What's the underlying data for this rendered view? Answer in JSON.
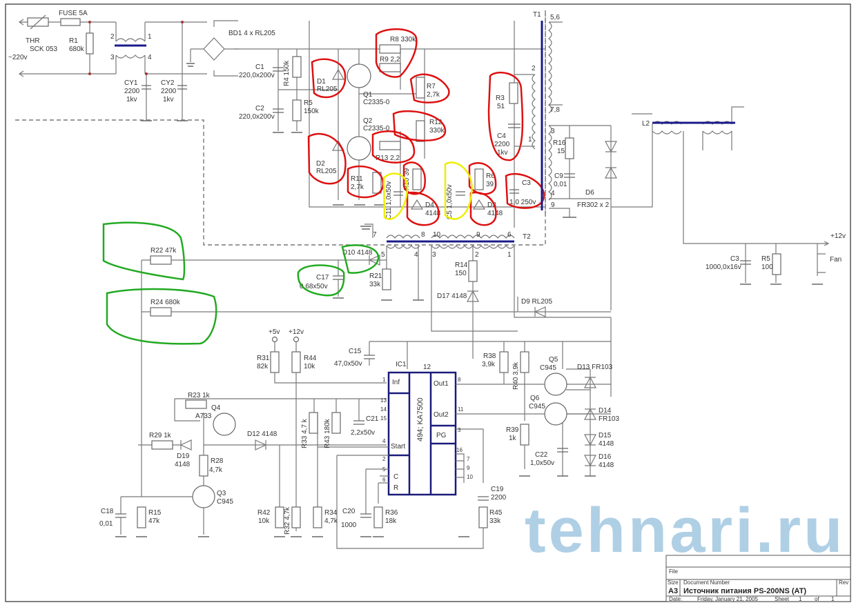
{
  "title_block": {
    "size_label": "Size",
    "size_value": "A3",
    "docnum_label": "Document Number",
    "title": "Источник питания PS-200NS (AT)",
    "rev_label": "Rev",
    "date_label": "Date:",
    "date_value": "Friday, January 21, 2005",
    "sheet_label": "Sheet",
    "sheet_num": "1",
    "of_label": "of",
    "sheet_total": "1",
    "file_label": "File"
  },
  "watermark": "tehnari.ru",
  "colors": {
    "core": "#1a1a8a",
    "highlight_red": "#dd1111",
    "highlight_green": "#22aa22",
    "highlight_yellow": "#eeee00"
  },
  "input": {
    "mains": "~220v",
    "thr": "THR",
    "thr_part": "SCK 053",
    "fuse": "FUSE 5A",
    "r1": "R1",
    "r1v": "680k",
    "filt_pins": [
      "2",
      "1",
      "3",
      "4"
    ],
    "cy1": "CY1",
    "cy1v": "2200",
    "cy1r": "1kv",
    "cy2": "CY2",
    "cy2v": "2200",
    "cy2r": "1kv",
    "bd1": "BD1  4 x RL205"
  },
  "primary": {
    "c1": "C1",
    "c1v": "220,0x200v",
    "c2": "C2",
    "c2v": "220,0x200v",
    "r4": "R4 150k",
    "r5": "R5",
    "r5v": "150k",
    "d1": "D1",
    "d1v": "RL205",
    "q1": "Q1",
    "q1v": "C2335-0",
    "r8": "R8 330k",
    "r9": "R9 2,2",
    "r7": "R7",
    "r7v": "2,7k",
    "r12": "R12",
    "r12v": "330k",
    "q2": "Q2",
    "q2v": "C2335-0",
    "r13": "R13 2,2",
    "d2": "D2",
    "d2v": "RL205",
    "r11": "R11",
    "r11v": "2,7k",
    "c11": "C11 1,0x50v",
    "r10": "R10 39",
    "d4": "D4",
    "d4v": "4148",
    "c5": "C5 1,0x50v",
    "r6": "R6",
    "r6v": "39",
    "d3": "D3",
    "d3v": "4148",
    "r3": "R3",
    "r3v": "51",
    "c4": "C4",
    "c4v": "2200",
    "c4r": "1kv",
    "c3": "C3",
    "c3v": "1,0 250v"
  },
  "t1": {
    "name": "T1",
    "pins": [
      "5,6",
      "2",
      "7,8",
      "1",
      "3",
      "4",
      "9"
    ]
  },
  "secondary": {
    "r16": "R16",
    "r16v": "15",
    "c9": "C9",
    "c9v": "0,01",
    "d6": "D6",
    "d6v": "FR302 x 2",
    "l2": "L2",
    "out_label": "+12v",
    "c3": "C3",
    "c3v": "1000,0x16v",
    "r5": "R5",
    "r5v": "100",
    "fan": "Fan"
  },
  "t2": {
    "name": "T2",
    "pins_top": [
      "7",
      "8",
      "10",
      "9",
      "6"
    ],
    "pins_bottom": [
      "5",
      "4",
      "3",
      "2",
      "1"
    ]
  },
  "feedback": {
    "r22": "R22 47k",
    "r24": "R24 680k",
    "d10": "D10 4148",
    "c17": "C17",
    "c17v": "0,68x50v",
    "r21": "R21",
    "r21v": "33k",
    "r14": "R14",
    "r14v": "150",
    "d17": "D17 4148",
    "d9": "D9 RL205"
  },
  "control": {
    "v5": "+5v",
    "v12": "+12v",
    "r31": "R31",
    "r31v": "82k",
    "r44": "R44",
    "r44v": "10k",
    "c15": "C15",
    "c15v": "47,0x50v",
    "ic1": "IC1",
    "ic_part": "494; KA7500",
    "ic_pins_left": [
      "1",
      "13",
      "14",
      "15",
      "4",
      "2",
      "5",
      "6"
    ],
    "ic_pins_right": [
      "8",
      "11",
      "3",
      "16",
      "7",
      "9",
      "10"
    ],
    "ic_pin12": "12",
    "ic_labels": {
      "inf": "Inf",
      "start": "Start",
      "c": "C",
      "r": "R",
      "out1": "Out1",
      "out2": "Out2",
      "pg": "PG"
    },
    "r33": "R33 4,7 k",
    "r43": "R43 180k",
    "c21": "C21",
    "c21v": "2,2x50v",
    "r23": "R23 1k",
    "q4": "Q4",
    "q4v": "A733",
    "r29": "R29 1k",
    "d19": "D19",
    "d19v": "4148",
    "d12": "D12 4148",
    "r28": "R28",
    "r28v": "4,7k",
    "q3": "Q3",
    "q3v": "C945",
    "c18": "C18",
    "c18v": "0,01",
    "r15": "R15",
    "r15v": "47k",
    "r42": "R42",
    "r42v": "10k",
    "r32": "R32 4,7k",
    "r34": "R34",
    "r34v": "4,7k",
    "c20": "C20",
    "c20v": "1000",
    "r36": "R36",
    "r36v": "18k",
    "c19": "C19",
    "c19v": "2200",
    "r45": "R45",
    "r45v": "33k",
    "r38": "R38",
    "r38v": "3,9k",
    "r40": "R40 3,9k",
    "q5": "Q5",
    "q5v": "C945",
    "q6": "Q6",
    "q6v": "C945",
    "r39": "R39",
    "r39v": "1k",
    "c22": "C22",
    "c22v": "1,0x50v",
    "d13": "D13 FR103",
    "d14": "D14",
    "d14v": "FR103",
    "d15": "D15",
    "d15v": "4148",
    "d16": "D16",
    "d16v": "4148"
  }
}
